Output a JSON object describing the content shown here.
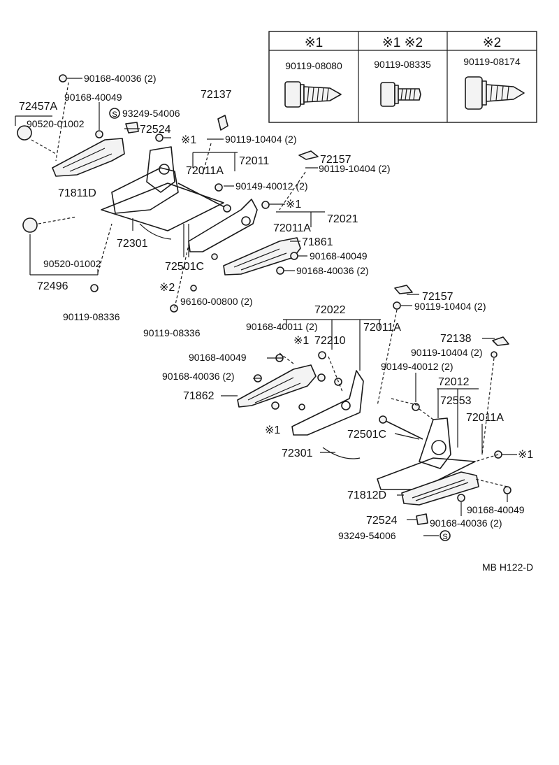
{
  "legend": {
    "headers": [
      "※1",
      "※1 ※2",
      "※2"
    ],
    "parts": [
      "90119-08080",
      "90119-08335",
      "90119-08174"
    ]
  },
  "labels": {
    "l_90168_40036_a": "90168-40036 (2)",
    "l_90168_40049_a": "90168-40049",
    "l_72457A": "72457A",
    "l_90520_01002_a": "90520-01002",
    "l_72137": "72137",
    "l_93249_54006_a": "93249-54006",
    "l_72524_a": "72524",
    "l_note1_a": "※1",
    "l_90119_10404_a": "90119-10404 (2)",
    "l_72011": "72011",
    "l_72011A_a": "72011A",
    "l_72157_a": "72157",
    "l_90119_10404_b": "90119-10404 (2)",
    "l_71811D": "71811D",
    "l_90149_40012_a": "90149-40012 (2)",
    "l_note1_b": "※1",
    "l_72021": "72021",
    "l_72011A_b": "72011A",
    "l_72301_a": "72301",
    "l_71861": "71861",
    "l_90520_01002_b": "90520-01002",
    "l_90168_40049_b": "90168-40049",
    "l_72501C_a": "72501C",
    "l_90168_40036_b": "90168-40036 (2)",
    "l_72496": "72496",
    "l_note2": "※2",
    "l_96160_00800": "96160-00800 (2)",
    "l_90119_08336_a": "90119-08336",
    "l_90119_08336_b": "90119-08336",
    "l_72157_b": "72157",
    "l_90119_10404_c": "90119-10404 (2)",
    "l_72022": "72022",
    "l_90168_40011": "90168-40011 (2)",
    "l_72011A_c": "72011A",
    "l_note1_c": "※1",
    "l_72210": "72210",
    "l_72138": "72138",
    "l_90119_10404_d": "90119-10404 (2)",
    "l_90168_40049_c": "90168-40049",
    "l_90149_40012_b": "90149-40012 (2)",
    "l_90168_40036_c": "90168-40036 (2)",
    "l_72012": "72012",
    "l_71862": "71862",
    "l_72553": "72553",
    "l_72011A_d": "72011A",
    "l_note1_d": "※1",
    "l_72501C_b": "72501C",
    "l_note1_e": "※1",
    "l_72301_b": "72301",
    "l_71812D": "71812D",
    "l_90168_40049_d": "90168-40049",
    "l_72524_b": "72524",
    "l_90168_40036_d": "90168-40036 (2)",
    "l_93249_54006_b": "93249-54006",
    "l_code": "MB H122-D"
  },
  "symbols": {
    "s_mark": "S"
  }
}
